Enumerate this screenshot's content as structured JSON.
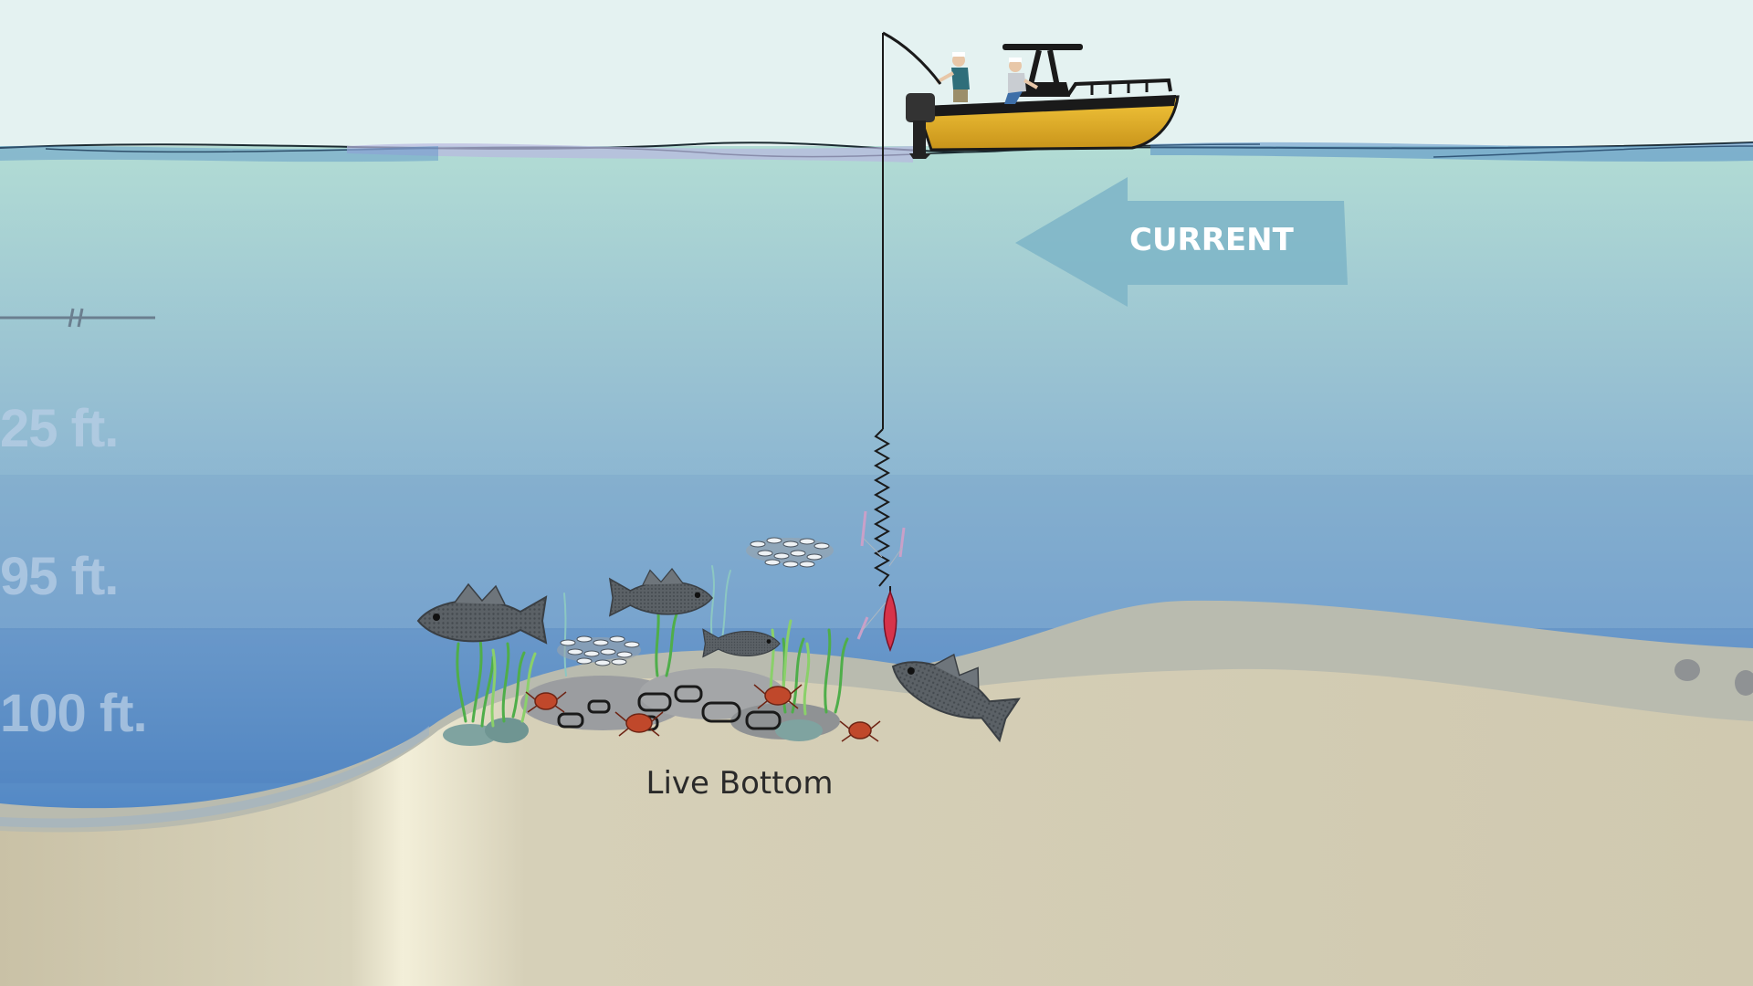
{
  "labels": {
    "current": "CURRENT",
    "depth_25": "25 ft.",
    "depth_95": "95 ft.",
    "depth_100": "100 ft.",
    "live_bottom": "Live Bottom"
  },
  "colors": {
    "sky": "#e4f2f1",
    "water_top": "#a9d4cf",
    "water_bottom": "#4f86c2",
    "sand": "#d2ccb4",
    "current_arrow": "#7fb6c8",
    "boat_hull": "#e7b52a"
  },
  "icons": [
    "boat-icon",
    "angler-icon",
    "fish-icon",
    "crab-icon",
    "baitfish-school-icon",
    "rock-icon",
    "seagrass-icon",
    "lure-icon"
  ]
}
